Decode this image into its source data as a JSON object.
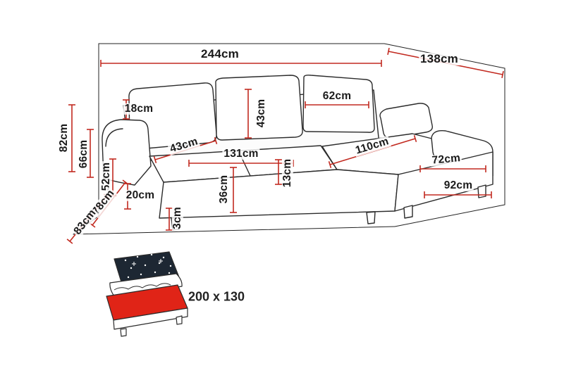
{
  "diagram": {
    "type": "corner-sofa-dimension-diagram",
    "labels": {
      "total_width": "244cm",
      "chaise_depth": "138cm",
      "backrest_top_thickness": "18cm",
      "back_cushion_height": "43cm",
      "right_back_cushion_width": "62cm",
      "seat_front_edge_depth": "43cm",
      "seat_width": "131cm",
      "chaise_length": "110cm",
      "chaise_width": "72cm",
      "total_height": "82cm",
      "armrest_height": "66cm",
      "seat_height": "52cm",
      "seat_cushion_front_thickness": "20cm",
      "seat_cushion_thickness": "13cm",
      "base_front_height": "36cm",
      "seat_depth": "78cm",
      "chaise_inner_length": "92cm",
      "total_depth": "83cm",
      "leg_height": "3cm"
    },
    "sleeping_area": {
      "size_label": "200 x 130"
    },
    "colors": {
      "dimension_line": "#c22a20",
      "outline": "#222222",
      "mattress_red": "#e02417",
      "fabric_dark": "#1d2733"
    }
  }
}
